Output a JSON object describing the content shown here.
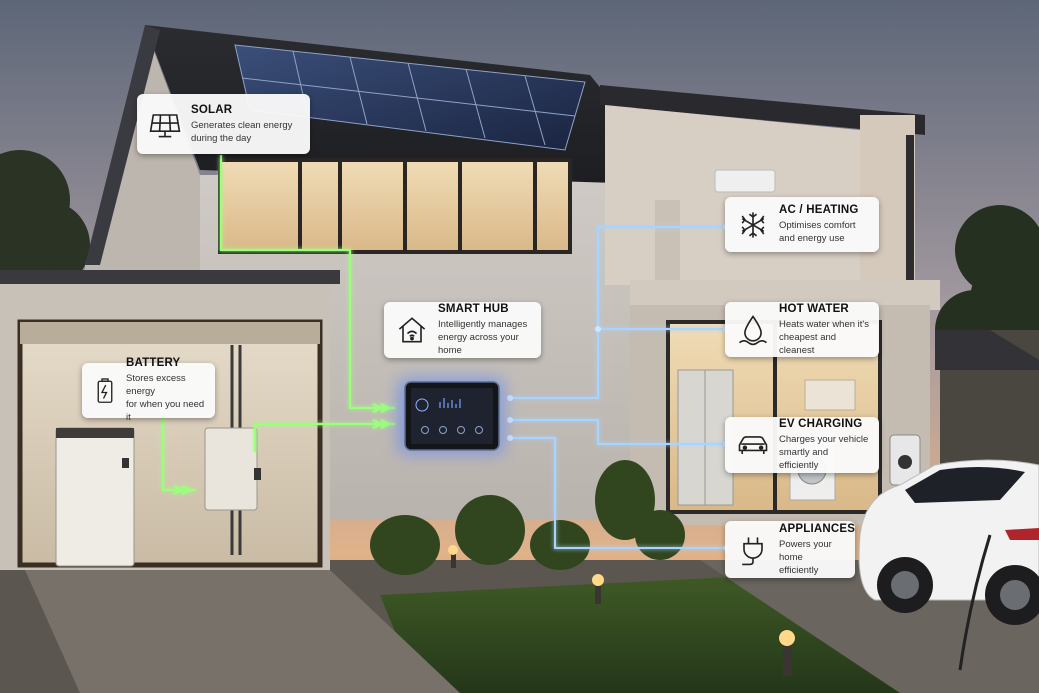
{
  "accent_colors": {
    "energy_line": "#7dff6a",
    "data_line": "#8fc8ff",
    "hub_glow": "#4d7dff"
  },
  "solar": {
    "icon": "solar-panel-icon",
    "title": "SOLAR",
    "desc": "Generates clean energy\nduring the day"
  },
  "smart_hub": {
    "icon": "smart-home-icon",
    "title": "SMART HUB",
    "desc": "Intelligently manages\nenergy across your home"
  },
  "battery": {
    "icon": "battery-icon",
    "title": "BATTERY",
    "desc": "Stores excess energy\nfor when you need it"
  },
  "ac_heating": {
    "icon": "snowflake-icon",
    "title": "AC / HEATING",
    "desc": "Optimises comfort\nand energy use"
  },
  "hot_water": {
    "icon": "water-drop-icon",
    "title": "HOT WATER",
    "desc": "Heats water when it's\ncheapest and cleanest"
  },
  "ev_charging": {
    "icon": "car-icon",
    "title": "EV CHARGING",
    "desc": "Charges your vehicle\nsmartly and efficiently"
  },
  "appliances": {
    "icon": "plug-icon",
    "title": "APPLIANCES",
    "desc": "Powers your home\nefficiently"
  }
}
